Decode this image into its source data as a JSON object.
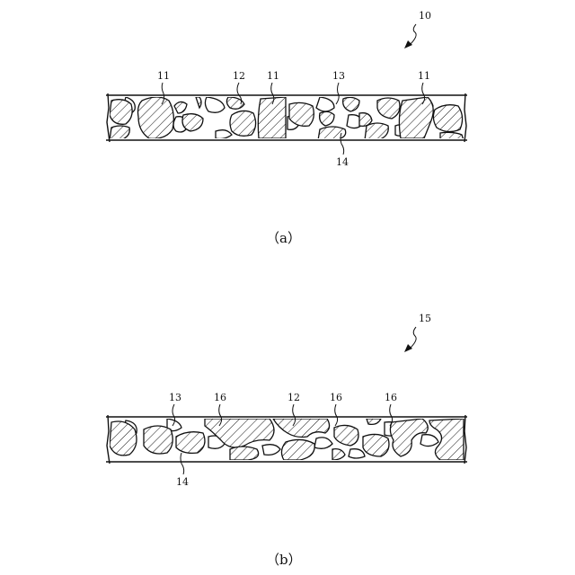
{
  "panel_a": {
    "ref": "10",
    "labels": [
      "11",
      "12",
      "11",
      "13",
      "11"
    ],
    "bottom_label": "14",
    "caption": "（a）"
  },
  "panel_b": {
    "ref": "15",
    "labels": [
      "13",
      "16",
      "12",
      "16",
      "16"
    ],
    "bottom_label": "14",
    "caption": "（b）"
  }
}
